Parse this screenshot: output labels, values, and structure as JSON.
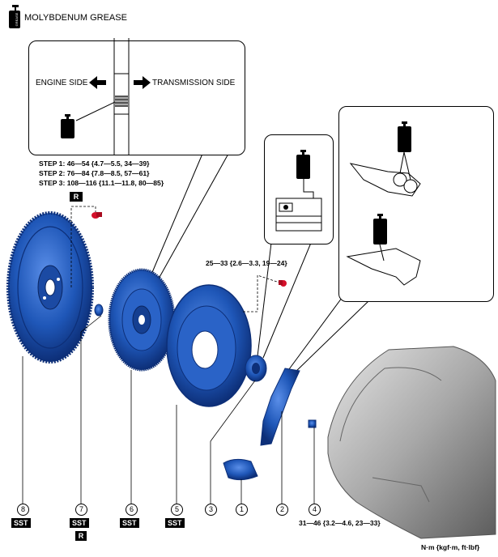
{
  "legend": {
    "label": "MOLYBDENUM GREASE",
    "icon": "grease-can-icon"
  },
  "grease_can_label": "GREASE",
  "detail_top": {
    "left_label": "ENGINE SIDE",
    "right_label": "TRANSMISSION SIDE"
  },
  "flywheel_torque": {
    "step1": "STEP 1: 46—54 {4.7—5.5, 34—39}",
    "step2": "STEP 2: 76—84 {7.8—8.5, 57—61}",
    "step3": "STEP 3: 108—116 {11.1—11.8, 80—85}",
    "replace_tag": "R"
  },
  "cover_torque": "25—33 {2.6—3.3, 19—24}",
  "pivot_torque": "31—46 {3.2—4.6, 23—33}",
  "unit_note": "N·m {kgf·m, ft·lbf}",
  "parts": [
    {
      "num": "8",
      "tags": [
        "SST"
      ]
    },
    {
      "num": "7",
      "tags": [
        "SST",
        "R"
      ]
    },
    {
      "num": "6",
      "tags": [
        "SST"
      ]
    },
    {
      "num": "5",
      "tags": [
        "SST"
      ]
    },
    {
      "num": "3",
      "tags": []
    },
    {
      "num": "1",
      "tags": []
    },
    {
      "num": "2",
      "tags": []
    },
    {
      "num": "4",
      "tags": []
    }
  ],
  "colors": {
    "part_blue": "#1f57b8",
    "part_dark": "#0d2f78",
    "bolt_red": "#d4102a",
    "housing_gray": "#9a9a9a"
  }
}
